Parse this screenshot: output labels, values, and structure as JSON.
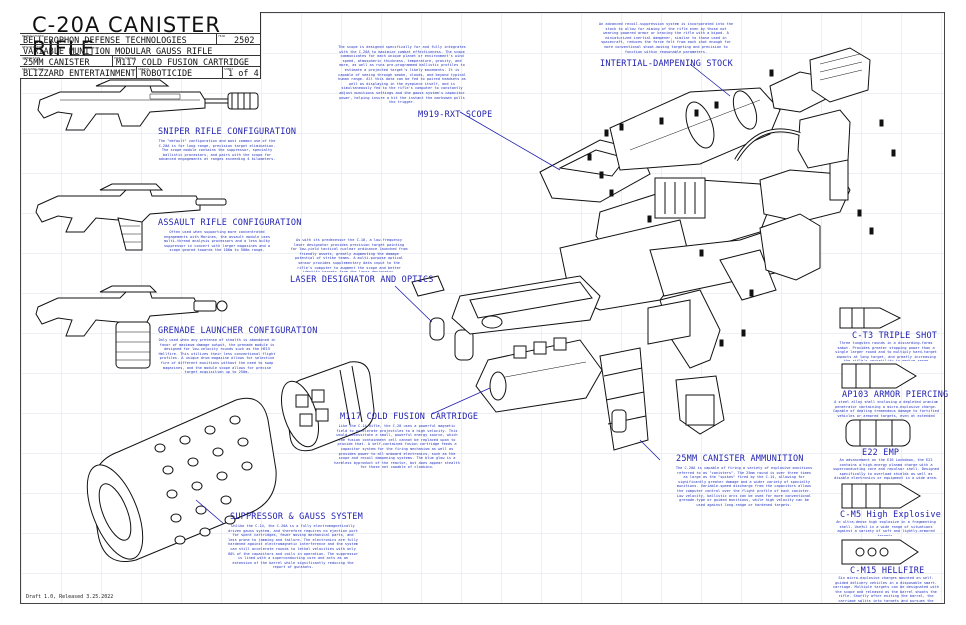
{
  "title_block": {
    "title": "C-20A CANISTER RIFLE",
    "manufacturer_label": "MANUFACTURER",
    "manufacturer": "BELLEROPHON DEFENSE TECHNOLOGIES",
    "year_label": "YEAR",
    "year": "2502",
    "description_label": "DESCRIPTION",
    "description": "VARIABLE MUNITION MODULAR GAUSS RIFLE",
    "ammunition_label": "AMMUNITION",
    "ammunition": "25MM CANISTER",
    "power_label": "POWER SOURCE",
    "power": "M117 COLD FUSION CARTRIDGE",
    "designer_label": "DESIGNED FOR",
    "designer": "BLIZZARD ENTERTAINMENT",
    "artist_label": "ARTIST",
    "artist": "ROBOTICIDE",
    "sheet_label": "SHEET",
    "sheet": "1 of 4"
  },
  "configs": {
    "sniper": {
      "heading": "SNIPER RIFLE CONFIGURATION",
      "text": "The \"default\" configuration and most common use of the C-20A is for long range, precision target elimination. The scope module contains the suppressor, specialty ballistic processors, and pairs with the scope for advanced engagements at ranges exceeding 4 kilometers."
    },
    "assault": {
      "heading": "ASSAULT RIFLE CONFIGURATION",
      "text": "Often used when supporting more concentrated engagements with Marines, the assault module uses multi-thread analysis processors and a less bulky suppressor in concert with larger magazines and a scope geared towards the 100m to 500m range."
    },
    "grenade": {
      "heading": "GRENADE LAUNCHER CONFIGURATION",
      "text": "Only used when any pretense of stealth is abandoned in favor of maximum damage output, the grenade module is designed for low-velocity rounds such as the HE15 Hellfire. This utilizes their less conventional flight profiles. A unique drum magazine allows for selective fire of different munitions without the need to swap magazines, and the module scope allows for precise target acquisition up to 250m."
    }
  },
  "parts": {
    "scope": {
      "heading": "M919-RXT SCOPE",
      "text": "The scope is designed specifically for and fully integrates with the C-20A to maximize combat effectiveness. The scope communicates for each unique planet or environment's wind speed, atmospheric thickness, temperature, gravity, and more, as well as runs pre-programmed ballistic profiles to estimate a projected target's likely movements. It is capable of seeing through smoke, clouds, and beyond typical human range. All this data can be fed to paired headsets as well as displaying in the eyepiece itself, and is simultaneously fed to the rifle's computer to constantly adjust munitions settings and the gauss system's capacitor power, helping insure a hit the instant the marksman pulls the trigger."
    },
    "stock": {
      "heading": "INTERTIAL-DAMPENING STOCK",
      "text": "An advanced recoil-suppression system is incorporated into the stock to allow for aiming of the rifle even by those not wearing powered armor or bracing the rifle with a bipod. A miniaturized inertial dampener, similar to those used in spacecraft, reduces the force felt from each shot enough for more conventional shoot-moving targeting and precision to function within reasonable parameters."
    },
    "laser": {
      "heading": "LASER DESIGNATOR AND OPTICS",
      "text": "As with its predecessor the C-10, a low-frequency laser designator provides precision target painting for low-yield tactical nuclear ordinance launched from friendly assets, greatly augmenting the damage potential of strike teams. A multi-purpose optical sensor provides supplementary data input to the rifle's computer to augment the scope and better identify targets from the laser designator."
    },
    "cartridge": {
      "heading": "M117 COLD FUSION CARTRIDGE",
      "text": "Like the C-14 Rifle, the C-20 uses a powerful magnetic field to accelerate projectiles to a high velocity. This would necessitate a small, powerful energy source, which the fusion containment cell cannot be replaced upon to provide that. A self-contained fusion cartridge feeds a capacitor system for the firing mechanism as well as provides power to all onboard electronics, such as the scope and recoil dampening systems. The blue glow is a harmless byproduct of the reactor, but does appear stealth for those not capable of cloaking."
    },
    "ammo": {
      "heading": "25MM CANISTER AMMUNITION",
      "text": "The C-20A is capable of firing a variety of explosive munitions referred to as \"canisters\". The 25mm round is over three times as large as the \"spikes\" fired by the C-14, allowing for significantly greater damage and a wider variety of specialty munitions. Variable-speed discharge from the capacitors allows the computer control over the flight profile of each canister. Low velocity, ballistic arcs can be used for more conventional grenade-type or guided munitions, while high velocity can be used against long-range or hardened targets."
    },
    "suppressor": {
      "heading": "SUPPRESSOR & GAUSS SYSTEM",
      "text": "Unlike the C-14, the C-20A is a fully electromagnetically driven gauss system, and therefore requires no ejection port for spent cartridges, fewer moving mechanical parts, and less prone to jamming and failure. The electronics are fully hardened against electromagnetic interference and the system can still accelerate rounds to lethal velocities with only 60% of the capacitors and coils in operation. The suppressor is lined with a superconducting core and acts as an extension of the barrel while significantly reducing the report of gunshots."
    }
  },
  "munitions": [
    {
      "name": "C-T3 TRIPLE SHOT",
      "text": "Three tungsten rounds in a discarding-forms sabot. Provides greater stopping power than a single larger round and to multiply hard-target impacts at long target, and greatly increasing the rifle's versatility in medium-range engagements."
    },
    {
      "name": "AP103 ARMOR PIERCING",
      "text": "A steel alloy shell enclosing a depleted uranium penetrator containing a micro-explosive charge. Capable of dealing tremendous damage to fortified vehicles or armored targets, even at extended range."
    },
    {
      "name": "E22 EMP",
      "text": "An advancement on the E16 Lockdown, the E22 contains a high-energy plasma charge with a superconducting core and repulsor shell. Designed specifically to overload shields as well as disable electronics or equipment in a wide area."
    },
    {
      "name": "C-M5 High Explosive",
      "text": "An ultra-dense high explosive in a fragmenting shell. Useful in a wide range of situations against a variety of soft and lightly-armored targets."
    },
    {
      "name": "C-M15 HELLFIRE",
      "text": "Six micro-explosive charges mounted on self-guided delivery vehicles in a disposable smart-carriage. Multiple targets can be designated with the scope and released as the barrel shoots the rifle. Shortly after exiting the barrel, the carriage splits into targets and pursues the assigned targets to the mission before regrouping."
    }
  ],
  "footer": "Draft 1.0, Released 3.25.2022",
  "colors": {
    "ink": "#111111",
    "accent": "#1e1eb0",
    "grid": "#eceff3"
  }
}
